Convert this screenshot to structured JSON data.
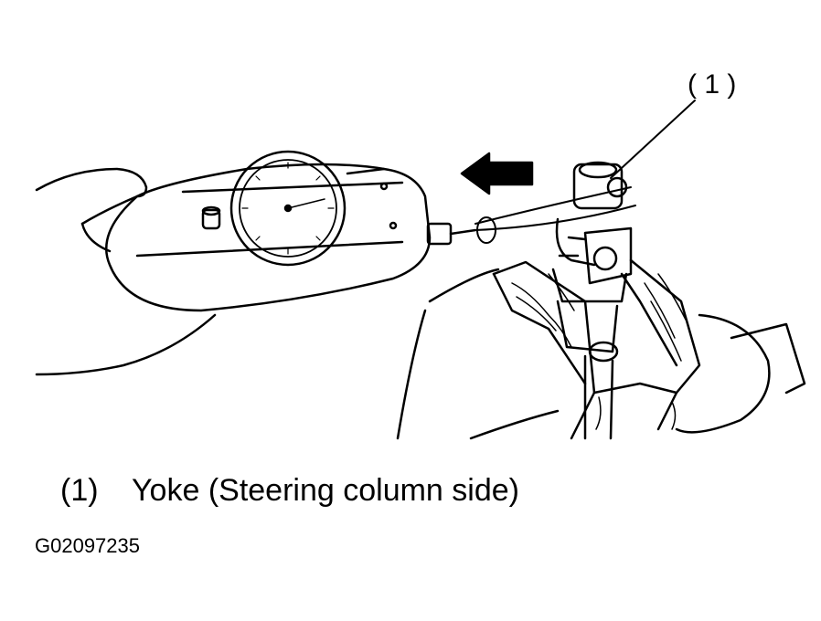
{
  "callout": {
    "number": "( 1 )"
  },
  "legend": {
    "number": "(1)",
    "text": "Yoke (Steering column side)"
  },
  "figure_id": "G02097235"
}
